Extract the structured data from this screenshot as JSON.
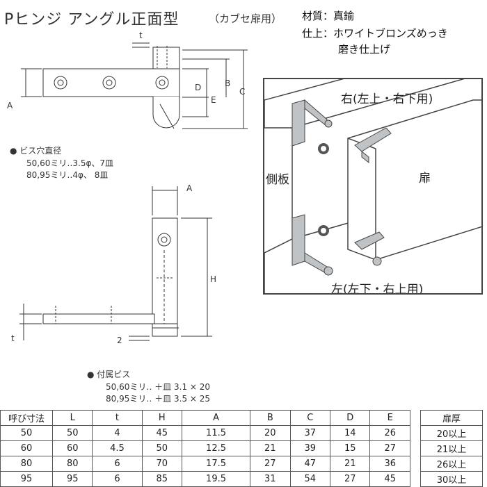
{
  "header": {
    "title": "Pヒンジ アングル正面型",
    "subtitle": "（カブセ扉用）"
  },
  "spec": {
    "material_label": "材質：真鍮",
    "finish_label": "仕上：ホワイトブロンズめっき",
    "finish_label2": "磨き仕上げ"
  },
  "notes": {
    "screw_hole_title": "● ビス穴直径",
    "screw_hole_lines": [
      "50,60ミリ‥3.5φ、7皿",
      "80,95ミリ‥4φ、 8皿"
    ],
    "screws_title": "● 付属ビス",
    "screws_lines": [
      "50,60ミリ‥ ＋皿 3.1 × 20",
      "80,95ミリ‥ ＋皿 3.5 × 25"
    ]
  },
  "dimension_labels": {
    "t": "t",
    "A": "A",
    "B": "B",
    "C": "C",
    "D": "D",
    "E": "E",
    "H": "H",
    "two": "2"
  },
  "illustration": {
    "right_label": "右(左上・右下用)",
    "left_label": "左(左下・右上用)",
    "side_board": "側板",
    "door": "扉"
  },
  "table": {
    "headers": [
      "呼び寸法",
      "L",
      "t",
      "H",
      "A",
      "B",
      "C",
      "D",
      "E"
    ],
    "rows": [
      [
        "50",
        "50",
        "4",
        "45",
        "11.5",
        "20",
        "37",
        "14",
        "26"
      ],
      [
        "60",
        "60",
        "4.5",
        "50",
        "12.5",
        "21",
        "39",
        "15",
        "27"
      ],
      [
        "80",
        "80",
        "6",
        "70",
        "17.5",
        "27",
        "47",
        "21",
        "36"
      ],
      [
        "95",
        "95",
        "6",
        "85",
        "19.5",
        "31",
        "54",
        "27",
        "45"
      ]
    ],
    "door_thickness_header": "扉厚",
    "door_thickness": [
      "20以上",
      "21以上",
      "26以上",
      "30以上"
    ]
  }
}
